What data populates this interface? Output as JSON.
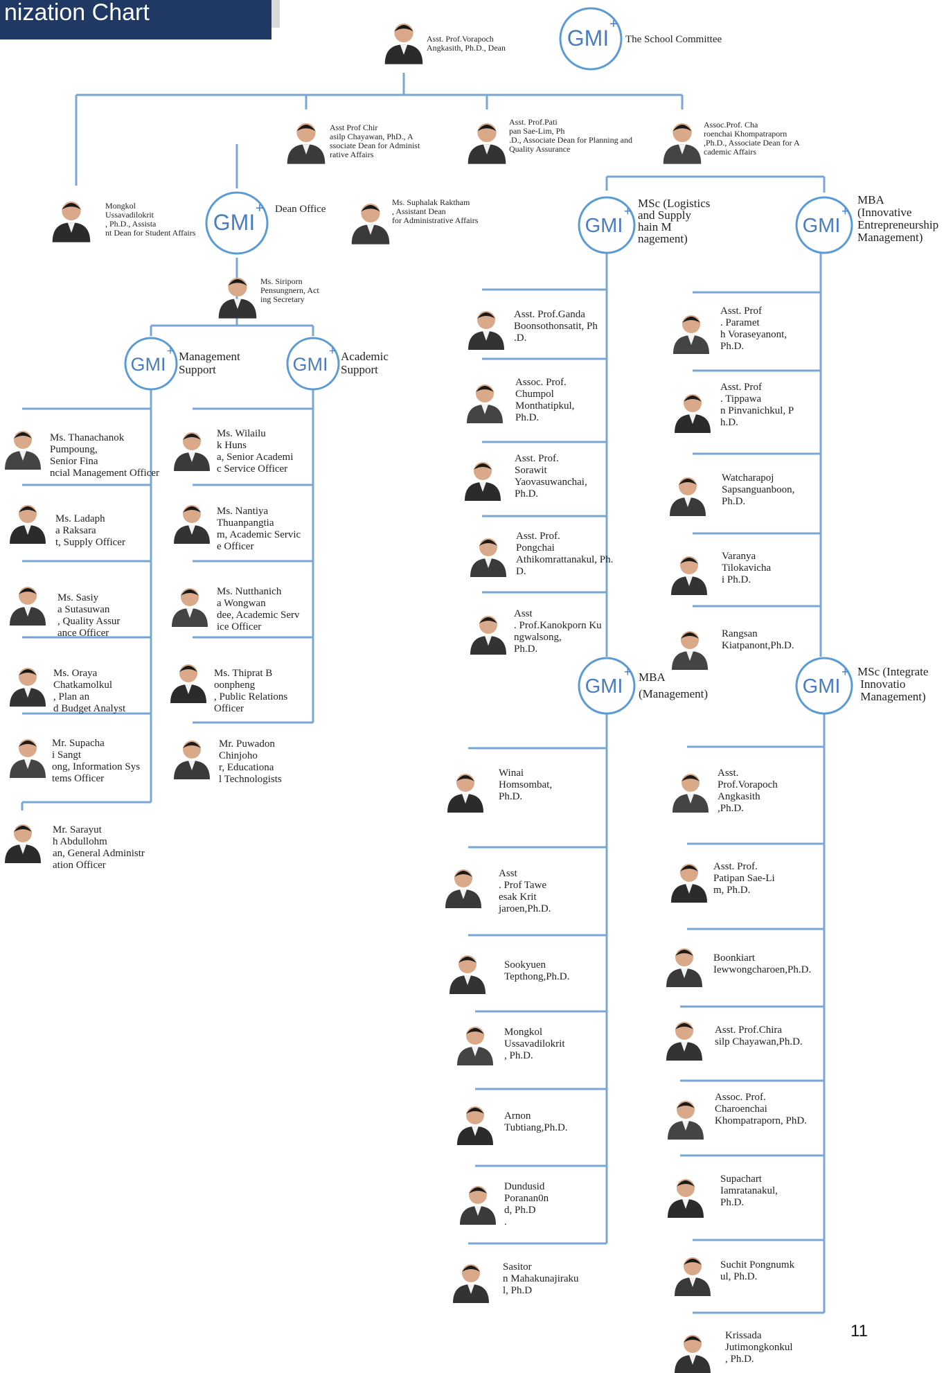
{
  "page": {
    "title": "nization Chart",
    "page_number": "11"
  },
  "colors": {
    "line": "#7aa6d6",
    "title_bg": "#1f3864",
    "logo_ring": "#5b9bd5",
    "logo_text": "#4a7dbf"
  },
  "logo_text": "GMI",
  "hubs": [
    {
      "label": "The School Committee"
    },
    {
      "label": "Dean Office"
    },
    {
      "label": "Management Support"
    },
    {
      "label": "Academic Support"
    },
    {
      "label": "MSc (Logistics and Supply Chain Management)"
    },
    {
      "label": "MBA (Innovative Entrepreneurship Management)"
    },
    {
      "label": "MBA (Management)"
    },
    {
      "label": "MSc (Integrated Innovation Management)"
    }
  ],
  "people": [
    {
      "name": "Asst. Prof.Vorapoch Angkasith, Ph.D., Dean"
    },
    {
      "name": "Asst Prof Chirasilp Chayawan, PhD., Associate Dean for Administrative Affairs"
    },
    {
      "name": "Asst. Prof.Patipan Sae-Lim, Ph.D., Associate Dean for Planning and Quality Assurance"
    },
    {
      "name": "Assoc.Prof. Charoenchai Khompatraporn,Ph.D., Associate Dean for Academic Affairs"
    },
    {
      "name": "Mongkol Ussavadilokrit, Ph.D., Assistant Dean for Student Affairs"
    },
    {
      "name": "Ms. Suphalak Raktham, Assistant Dean for Administrative Affairs"
    },
    {
      "name": "Ms. Siriporn Pensungnern, Acting Secretary"
    },
    {
      "name": "Ms. Thanachanok Pumpoung, Senior Financial Management Officer"
    },
    {
      "name": "Ms. Ladapha Raksarat, Supply Officer"
    },
    {
      "name": "Ms. Sasiya Sutasuwan, Quality Assurance Officer"
    },
    {
      "name": "Ms. Oraya Chatkamolkul, Plan and Budget Analyst"
    },
    {
      "name": "Mr. Supachai Sangtong, Information Systems Officer"
    },
    {
      "name": "Mr. Sarayuth Abdullohman, General Administration Officer"
    },
    {
      "name": "Ms. Wilailuk Hunsa, Senior Academic Service Officer"
    },
    {
      "name": "Ms. Nantiya Thuanpangtiam, Academic Service Officer"
    },
    {
      "name": "Ms. Nutthanicha Wongwandee, Academic Service Officer"
    },
    {
      "name": "Ms. Thiprat Boonpheng, Public Relations Officer"
    },
    {
      "name": "Mr. Puwadon Chinjohor, Educational Technologists"
    },
    {
      "name": "Asst. Prof.Ganda Boonsothonsatit, Ph.D."
    },
    {
      "name": "Assoc. Prof. Chumpol Monthatipkul, Ph.D."
    },
    {
      "name": "Asst. Prof. Sorawit Yaovasuwanchai, Ph.D."
    },
    {
      "name": "Asst. Prof. Pongchai Athikomrattanakul, Ph.D."
    },
    {
      "name": "Asst. Prof.Kanokporn Kungwalsong, Ph.D."
    },
    {
      "name": "Asst. Prof. Parameth Voraseyanont, Ph.D."
    },
    {
      "name": "Asst. Prof. Tippawan Pinvanichkul, Ph.D."
    },
    {
      "name": "Watcharapoj Sapsanguanboon, Ph.D."
    },
    {
      "name": "Varanya Tilokavichai Ph.D."
    },
    {
      "name": "Rangsan Kiatpanont,Ph.D."
    },
    {
      "name": "Winai Homsombat, Ph.D."
    },
    {
      "name": "Asst. Prof Taweesak Kritjaroen,Ph.D."
    },
    {
      "name": "Sookyuen Tepthong,Ph.D."
    },
    {
      "name": "Mongkol Ussavadilokrit, Ph.D."
    },
    {
      "name": "Arnon Tubtiang,Ph.D."
    },
    {
      "name": "Dundusid Poranan0nd, Ph.D."
    },
    {
      "name": "Sasitorn Mahakunajirakul, Ph.D"
    },
    {
      "name": "Asst. Prof.Vorapoch Angkasith,Ph.D."
    },
    {
      "name": "Asst. Prof. Patipan Sae-Lim, Ph.D."
    },
    {
      "name": "Boonkiart Iewwongcharoen,Ph.D."
    },
    {
      "name": "Asst. Prof.Chirasilp Chayawan,Ph.D."
    },
    {
      "name": "Assoc. Prof. Charoenchai Khompatraporn, PhD."
    },
    {
      "name": "Supachart Iamratanakul, Ph.D."
    },
    {
      "name": "Suchit Pongnumkul, Ph.D."
    },
    {
      "name": "Krissada Jutimongkonkul, Ph.D."
    }
  ]
}
